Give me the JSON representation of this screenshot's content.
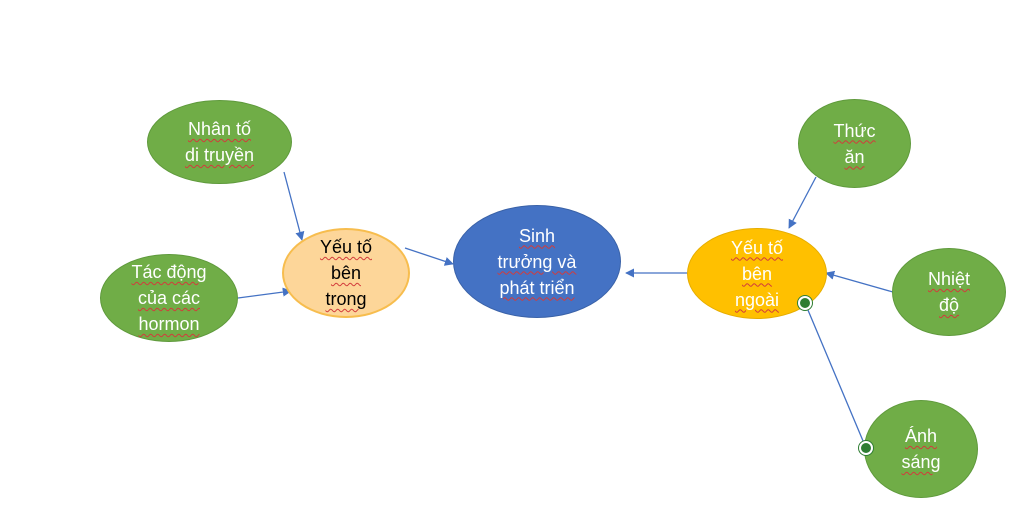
{
  "colors": {
    "green": "#70ad47",
    "peach": "#fdd699",
    "orange": "#ffc000",
    "blue": "#4472c4",
    "arrow": "#4472c4"
  },
  "nodes": {
    "center": {
      "lines": [
        "Sinh",
        "trưởng và",
        "phát triển"
      ]
    },
    "internal": {
      "lines": [
        "Yếu tố",
        "bên",
        "trong"
      ]
    },
    "external": {
      "lines": [
        "Yếu tố",
        "bên",
        "ngoài"
      ]
    },
    "genetics": {
      "lines": [
        "Nhân tố",
        "di truyền"
      ]
    },
    "hormones": {
      "lines": [
        "Tác động",
        "của các",
        "hormon"
      ]
    },
    "food": {
      "lines": [
        "Thức",
        "ăn"
      ]
    },
    "temperature": {
      "lines": [
        "Nhiệt",
        "độ"
      ]
    },
    "light": {
      "lines": [
        "Ánh",
        "sáng"
      ]
    }
  }
}
